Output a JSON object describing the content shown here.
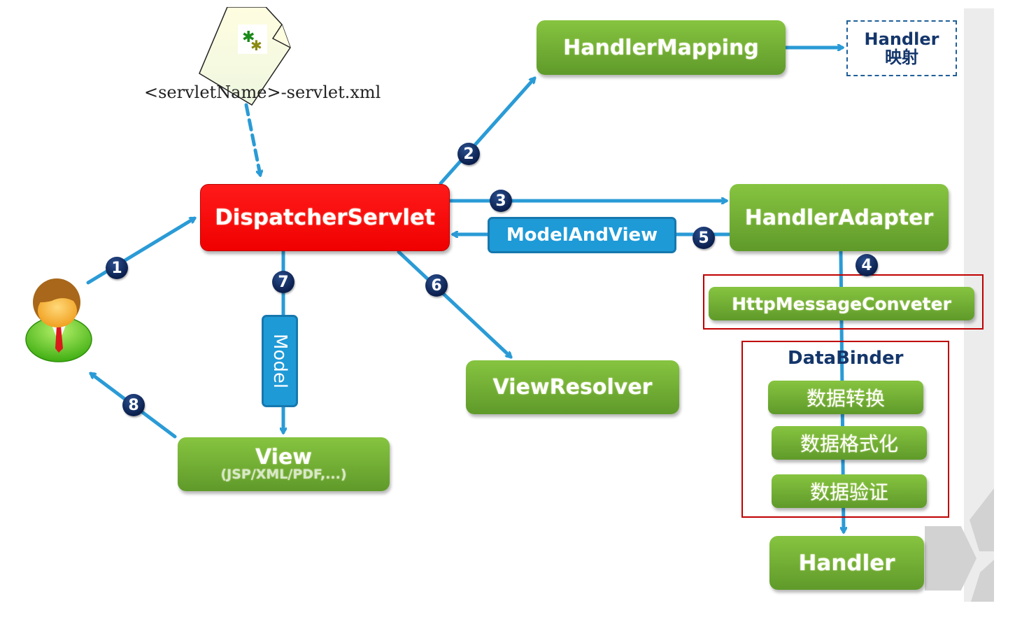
{
  "diagram": {
    "title": "Spring MVC request processing flow",
    "config_file": {
      "icon": "xml-config-file-icon",
      "label": "<servletName>-servlet.xml"
    },
    "user": {
      "icon": "user-icon"
    },
    "nodes": {
      "dispatcher": "DispatcherServlet",
      "handler_mapping": "HandlerMapping",
      "handler_mapping_result": {
        "line1": "Handler",
        "line2": "映射"
      },
      "handler_adapter": "HandlerAdapter",
      "http_message_converter": "HttpMessageConveter",
      "data_binder_title": "DataBinder",
      "data_binder_steps": [
        "数据转换",
        "数据格式化",
        "数据验证"
      ],
      "handler": "Handler",
      "view_resolver": "ViewResolver",
      "view": {
        "title": "View",
        "subtitle": "(JSP/XML/PDF,...)"
      }
    },
    "edge_labels": {
      "model_and_view": "ModelAndView",
      "model": "Model"
    },
    "steps": [
      "1",
      "2",
      "3",
      "4",
      "5",
      "6",
      "7",
      "8"
    ],
    "colors": {
      "dispatcher": "#ff0000",
      "component_green": "#7ab83a",
      "arrow_blue": "#2a9bd6",
      "label_blue": "#1e9ad7",
      "step_badge": "#0b1f4d",
      "highlight_frame": "#c00000",
      "dashed_box": "#1f5f99"
    }
  }
}
